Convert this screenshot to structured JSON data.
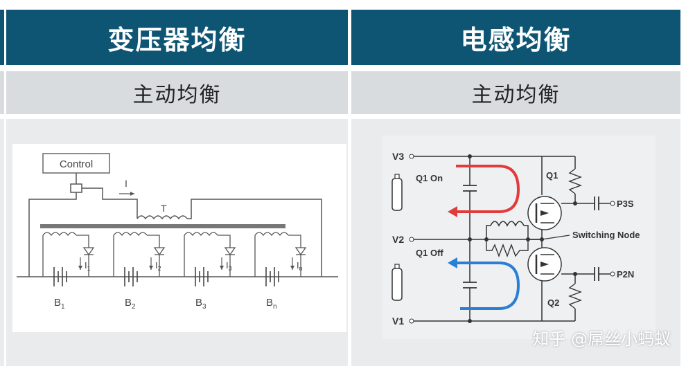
{
  "columns": [
    {
      "header": "变压器均衡",
      "subheader": "主动均衡"
    },
    {
      "header": "电感均衡",
      "subheader": "主动均衡"
    }
  ],
  "transformer_diagram": {
    "control_label": "Control",
    "current_label": "I",
    "transformer_label": "T",
    "cells": [
      {
        "name": "B",
        "sub": "1",
        "current": "I",
        "current_sub": "1"
      },
      {
        "name": "B",
        "sub": "2",
        "current": "I",
        "current_sub": "2"
      },
      {
        "name": "B",
        "sub": "3",
        "current": "I",
        "current_sub": "3"
      },
      {
        "name": "B",
        "sub": "n",
        "current": "I",
        "current_sub": "n"
      }
    ]
  },
  "inductor_diagram": {
    "v3": "V3",
    "v2": "V2",
    "v1": "V1",
    "q1_on": "Q1 On",
    "q1_off": "Q1 Off",
    "q1": "Q1",
    "q2": "Q2",
    "switching_node": "Switching Node",
    "p3s": "P3S",
    "p2n": "P2N",
    "colors": {
      "red_arrow": "#e23b3b",
      "blue_arrow": "#2a7fd4"
    }
  },
  "watermark": "知乎 @屌丝小蚂蚁"
}
